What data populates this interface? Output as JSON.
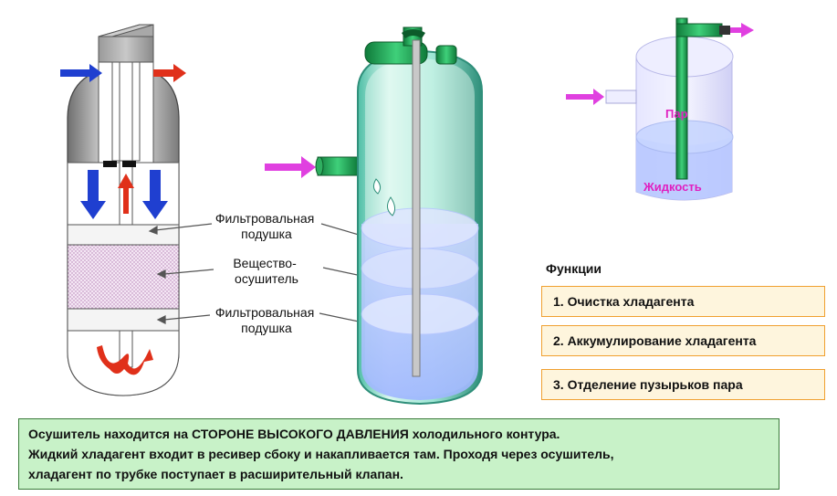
{
  "labels": {
    "filter_pad_top": [
      "Фильтровальная",
      "подушка"
    ],
    "desiccant": [
      "Вещество-",
      "осушитель"
    ],
    "filter_pad_bottom": [
      "Фильтровальная",
      "подушка"
    ],
    "vapor": "Пар",
    "liquid": "Жидкость"
  },
  "functions": {
    "title": "Функции",
    "items": [
      "1. Очистка хладагента",
      "2. Аккумулирование хладагента",
      "3. Отделение пузырьков пара"
    ]
  },
  "note": {
    "lines": [
      "Осушитель находится на СТОРОНЕ ВЫСОКОГО ДАВЛЕНИЯ холодильного контура.",
      "Жидкий хладагент входит в ресивер сбоку и накапливается там. Проходя через осушитель,",
      "хладагент по трубке поступает в расширительный клапан."
    ]
  },
  "colors": {
    "inlet_arrow": "#1f3fd0",
    "outlet_arrow": "#e0301a",
    "flow_arrow_magenta": "#e040e0",
    "vapor_text": "#e020c0",
    "liquid_text": "#e020c0",
    "function_box_border": "#f0a030",
    "function_box_fill": "#fef5dd",
    "note_fill": "#c8f2c8"
  }
}
